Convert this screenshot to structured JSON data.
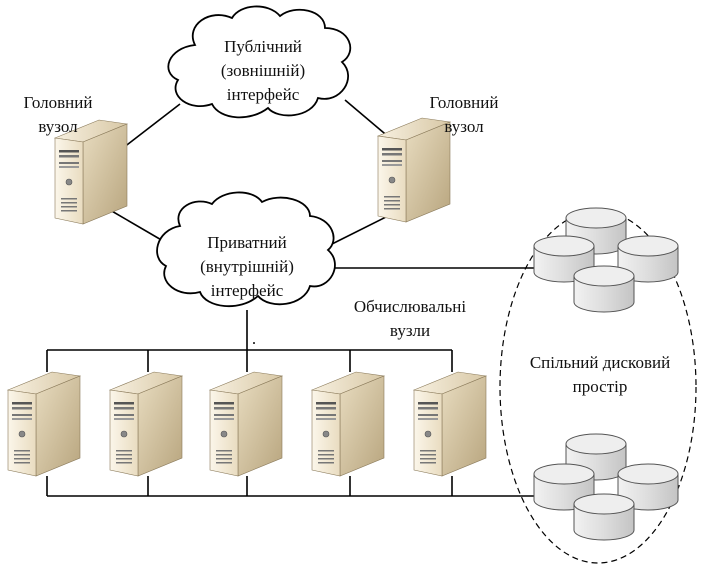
{
  "labels": {
    "head_left_1": "Головний",
    "head_left_2": "вузол",
    "head_right_1": "Головний",
    "head_right_2": "вузол",
    "public_1": "Публічний",
    "public_2": "(зовнішній)",
    "public_3": "інтерфейс",
    "private_1": "Приватний",
    "private_2": "(внутрішній)",
    "private_3": "інтерфейс",
    "compute_1": "Обчислювальні",
    "compute_2": "вузли",
    "storage_1": "Спільний дисковий",
    "storage_2": "простір",
    "dot": "."
  },
  "nodes": {
    "head_servers": 2,
    "compute_servers": 5,
    "disk_groups": 2,
    "disks_per_group": 4
  },
  "colors": {
    "line": "#000000",
    "server_front": "#f3ead6",
    "server_side": "#cdbb95",
    "disk_fill": "#dcdcdc"
  }
}
